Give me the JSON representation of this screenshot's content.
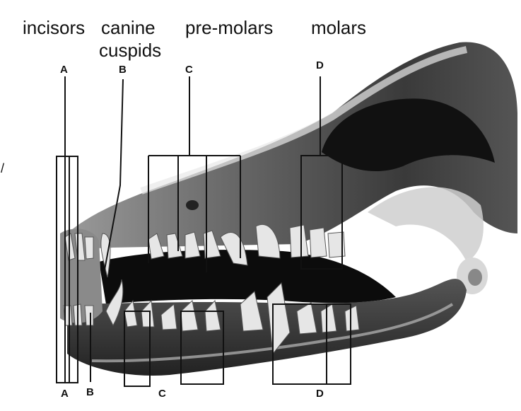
{
  "headers": {
    "incisors": "incisors",
    "canine": "canine",
    "cuspids": "cuspids",
    "premolars": "pre-molars",
    "molars": "molars"
  },
  "markers": {
    "top": {
      "a": "A",
      "b": "B",
      "c": "C",
      "d": "D"
    },
    "bottom": {
      "a": "A",
      "b": "B",
      "c": "C",
      "d": "D"
    }
  },
  "edge_mark": "/"
}
